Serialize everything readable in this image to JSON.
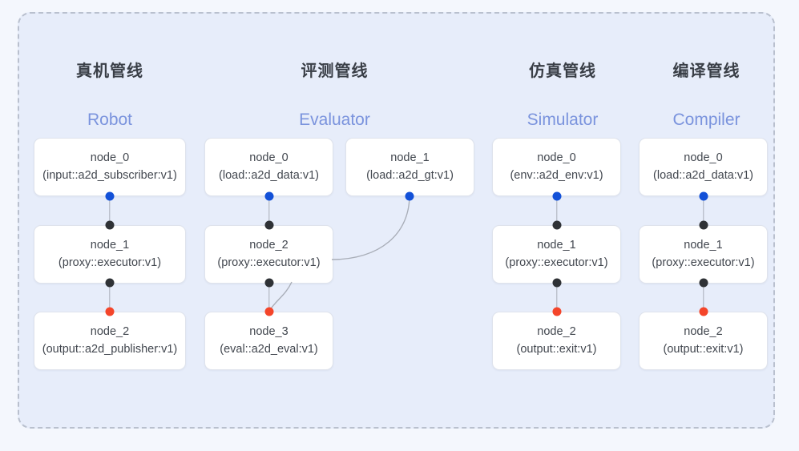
{
  "diagram": {
    "frame": {
      "style": "dashed-rounded-container"
    },
    "colors": {
      "page_background": "#f4f7fd",
      "frame_background": "#e7edfa",
      "frame_border": "#b9c0ce",
      "node_background": "#ffffff",
      "node_border": "#dfe3ec",
      "title_text": "#3a3f47",
      "subtitle_text": "#7a93dd",
      "node_text": "#42474f",
      "edge_line": "#a9aeb8",
      "port_input": "#1351d8",
      "port_middle": "#2f3236",
      "port_output": "#f4452a"
    },
    "columns": [
      {
        "id": "robot",
        "title": "真机管线",
        "subtitle": "Robot",
        "nodes": [
          {
            "name": "node_0",
            "spec": "(input::a2d_subscriber:v1)"
          },
          {
            "name": "node_1",
            "spec": "(proxy::executor:v1)"
          },
          {
            "name": "node_2",
            "spec": "(output::a2d_publisher:v1)"
          }
        ]
      },
      {
        "id": "evaluator",
        "title": "评测管线",
        "subtitle": "Evaluator",
        "nodes": [
          {
            "name": "node_0",
            "spec": "(load::a2d_data:v1)"
          },
          {
            "name": "node_1",
            "spec": "(load::a2d_gt:v1)"
          },
          {
            "name": "node_2",
            "spec": "(proxy::executor:v1)"
          },
          {
            "name": "node_3",
            "spec": "(eval::a2d_eval:v1)"
          }
        ]
      },
      {
        "id": "simulator",
        "title": "仿真管线",
        "subtitle": "Simulator",
        "nodes": [
          {
            "name": "node_0",
            "spec": "(env::a2d_env:v1)"
          },
          {
            "name": "node_1",
            "spec": "(proxy::executor:v1)"
          },
          {
            "name": "node_2",
            "spec": "(output::exit:v1)"
          }
        ]
      },
      {
        "id": "compiler",
        "title": "编译管线",
        "subtitle": "Compiler",
        "nodes": [
          {
            "name": "node_0",
            "spec": "(load::a2d_data:v1)"
          },
          {
            "name": "node_1",
            "spec": "(proxy::executor:v1)"
          },
          {
            "name": "node_2",
            "spec": "(output::exit:v1)"
          }
        ]
      }
    ]
  }
}
